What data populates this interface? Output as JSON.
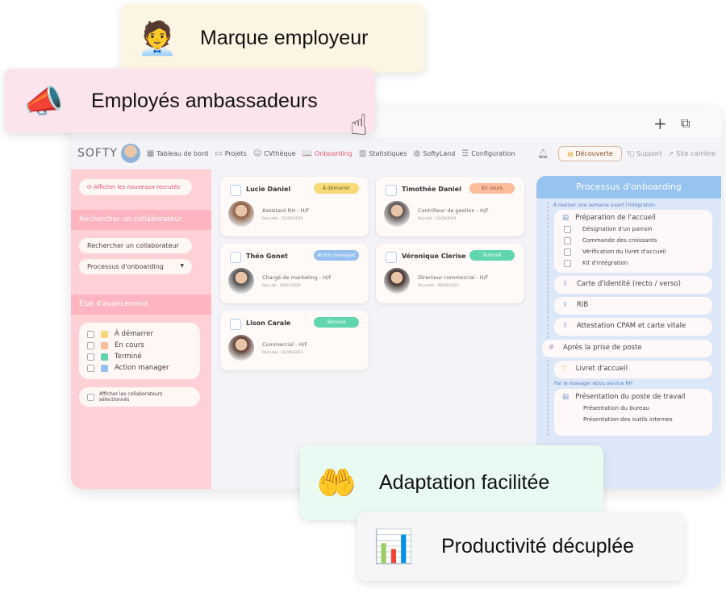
{
  "badges": {
    "marque": "Marque employeur",
    "ambassadeurs": "Employés ambassadeurs",
    "adaptation": "Adaptation facilitée",
    "productivite": "Productivité décuplée"
  },
  "nav": {
    "logo": "SOFTY",
    "items": [
      "Tableau de bord",
      "Projets",
      "CVthèque",
      "Onboarding",
      "Statistiques",
      "SoftyLand",
      "Configuration"
    ],
    "active": "Onboarding",
    "decouverte": "Découverte",
    "support": "Support",
    "site": "Site carrière"
  },
  "sidebar": {
    "show_new": "Afficher les nouveaux recrutés",
    "search_header": "Rechercher un collaborateur",
    "search_placeholder": "Rechercher un collaborateur",
    "process_select": "Processus d'onboarding",
    "status_header": "État d'avancement",
    "statuses": [
      {
        "label": "À démarrer",
        "color": "#f8d978"
      },
      {
        "label": "En cours",
        "color": "#fbbd9b"
      },
      {
        "label": "Terminé",
        "color": "#5fd6b0"
      },
      {
        "label": "Action manager",
        "color": "#93c0ee"
      }
    ],
    "show_selected": "Afficher les collaborateurs sélectionnés"
  },
  "cards": [
    {
      "name": "Lucie Daniel",
      "status": "À démarrer",
      "job": "Assistant RH - H/F",
      "date": "Recrutée : 22/02/2024"
    },
    {
      "name": "Timothée Daniel",
      "status": "En cours",
      "job": "Contrôleur de gestion - H/F",
      "date": "Recruté : 12/08/2024"
    },
    {
      "name": "Théo Gonet",
      "status": "Action manager",
      "job": "Chargé de marketing - H/F",
      "date": "Recruté : 05/01/2024"
    },
    {
      "name": "Véronique Clerise",
      "status": "Terminé",
      "job": "Directeur commercial - H/F",
      "date": "Recrutée : 06/05/2023"
    },
    {
      "name": "Lison Carale",
      "status": "Terminé",
      "job": "Commercial - H/F",
      "date": "Recrutée : 22/09/2022"
    }
  ],
  "process": {
    "title": "Processus d'onboarding",
    "before_note": "À réaliser une semaine avant l'intégration",
    "prep": "Préparation de l'accueil",
    "prep_items": [
      "Désignation d'un parrain",
      "Commande des croissants",
      "Vérification du livret d'accueil",
      "Kit d'intégration"
    ],
    "docs": [
      "Carte d'identité (recto / verso)",
      "RIB",
      "Attestation CPAM et carte vitale"
    ],
    "after": "Après la prise de poste",
    "livret": "Livret d'accueil",
    "manager_note": "Par le manager et/ou service RH",
    "poste": "Présentation du poste de travail",
    "poste_items": [
      "Présentation du bureau",
      "Présentation des outils internes"
    ]
  }
}
